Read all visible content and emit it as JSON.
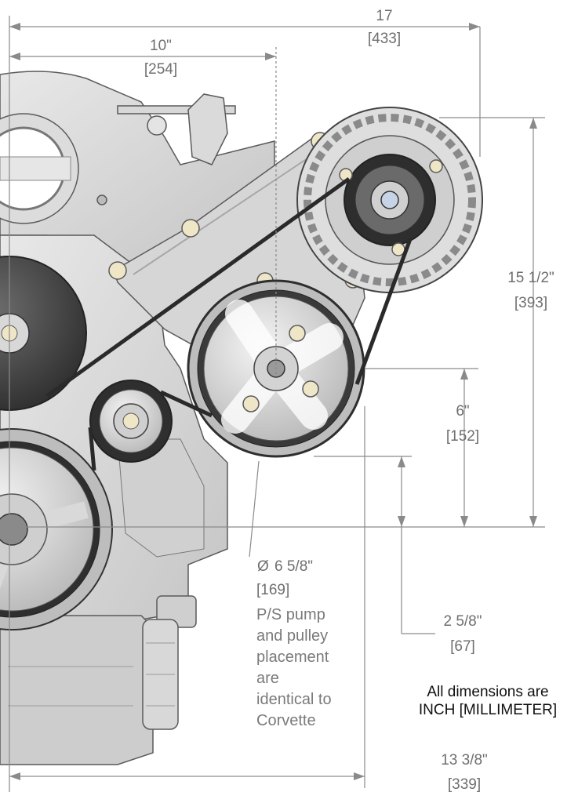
{
  "dimensions": {
    "overall_width": {
      "inch": "17",
      "mm": "[433]"
    },
    "crank_to_ps": {
      "inch": "10\"",
      "mm": "[254]"
    },
    "height": {
      "inch": "15 1/2\"",
      "mm": "[393]"
    },
    "ps_height": {
      "inch": "6\"",
      "mm": "[152]"
    },
    "offset": {
      "inch": "2 5/8\"",
      "mm": "[67]"
    },
    "width_lower": {
      "inch": "13 3/8\"",
      "mm": "[339]"
    },
    "pulley_diameter": {
      "inch": "6 5/8\"",
      "mm": "[169]",
      "symbol": "Ø"
    }
  },
  "note_lines": [
    "P/S pump",
    "and pulley",
    "placement",
    "are",
    "identical to",
    "Corvette"
  ],
  "units_note": [
    "All dimensions are",
    "INCH [MILLIMETER]"
  ]
}
